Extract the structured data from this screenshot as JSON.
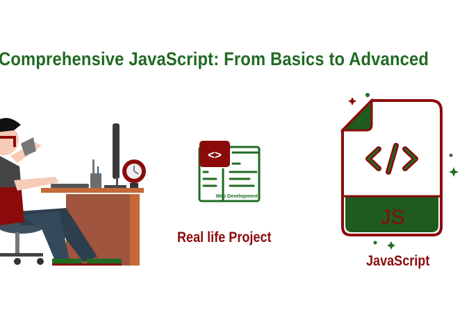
{
  "title": "Comprehensive JavaScript: From Basics to Advanced",
  "web_dev_icon": {
    "caption": "Web Development",
    "code_symbol": "<>"
  },
  "project_label": "Real life Project",
  "js_icon": {
    "badge": "JS",
    "label": "JavaScript"
  },
  "colors": {
    "green": "#1f6a22",
    "red": "#8b0b0b"
  }
}
